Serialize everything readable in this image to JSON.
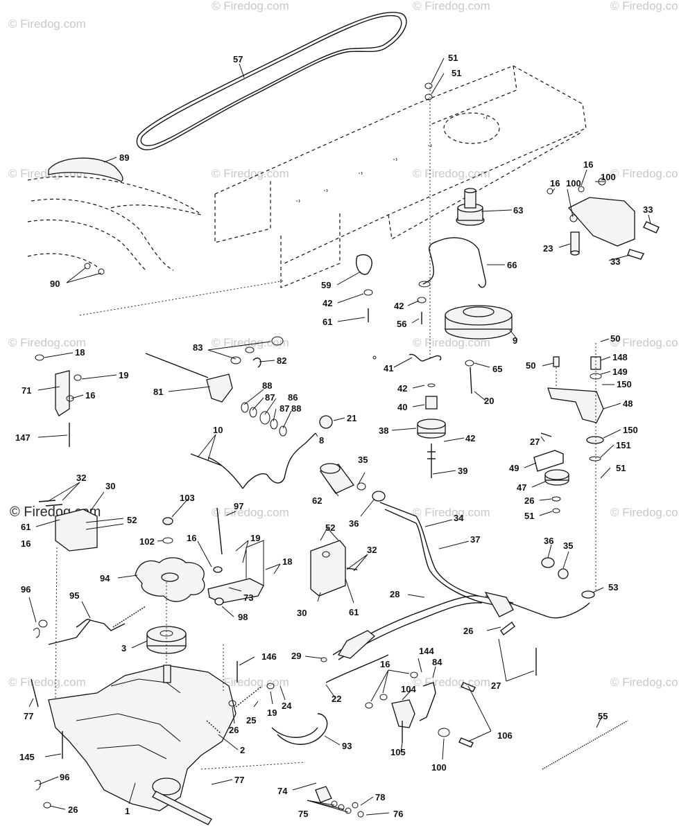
{
  "watermark": {
    "text": "© Firedog.com",
    "overlay_text": "© Firedog.com"
  },
  "callouts": [
    {
      "id": "57",
      "text": "57"
    },
    {
      "id": "51a",
      "text": "51"
    },
    {
      "id": "51b",
      "text": "51"
    },
    {
      "id": "89",
      "text": "89"
    },
    {
      "id": "90",
      "text": "90"
    },
    {
      "id": "63",
      "text": "63"
    },
    {
      "id": "66",
      "text": "66"
    },
    {
      "id": "59",
      "text": "59"
    },
    {
      "id": "42a",
      "text": "42"
    },
    {
      "id": "61a",
      "text": "61"
    },
    {
      "id": "42b",
      "text": "42"
    },
    {
      "id": "56",
      "text": "56"
    },
    {
      "id": "9",
      "text": "9"
    },
    {
      "id": "16a",
      "text": "16"
    },
    {
      "id": "100a",
      "text": "100"
    },
    {
      "id": "16b",
      "text": "16"
    },
    {
      "id": "100b",
      "text": "100"
    },
    {
      "id": "33a",
      "text": "33"
    },
    {
      "id": "23",
      "text": "23"
    },
    {
      "id": "33b",
      "text": "33"
    },
    {
      "id": "18a",
      "text": "18"
    },
    {
      "id": "19a",
      "text": "19"
    },
    {
      "id": "71",
      "text": "71"
    },
    {
      "id": "16c",
      "text": "16"
    },
    {
      "id": "147",
      "text": "147"
    },
    {
      "id": "83",
      "text": "83"
    },
    {
      "id": "82",
      "text": "82"
    },
    {
      "id": "81",
      "text": "81"
    },
    {
      "id": "88a",
      "text": "88"
    },
    {
      "id": "87a",
      "text": "87"
    },
    {
      "id": "86",
      "text": "86"
    },
    {
      "id": "87b",
      "text": "87"
    },
    {
      "id": "88b",
      "text": "88"
    },
    {
      "id": "21",
      "text": "21"
    },
    {
      "id": "8",
      "text": "8"
    },
    {
      "id": "10",
      "text": "10"
    },
    {
      "id": "41",
      "text": "41"
    },
    {
      "id": "65",
      "text": "65"
    },
    {
      "id": "42c",
      "text": "42"
    },
    {
      "id": "20",
      "text": "20"
    },
    {
      "id": "40",
      "text": "40"
    },
    {
      "id": "38",
      "text": "38"
    },
    {
      "id": "42d",
      "text": "42"
    },
    {
      "id": "39",
      "text": "39"
    },
    {
      "id": "50a",
      "text": "50"
    },
    {
      "id": "50b",
      "text": "50"
    },
    {
      "id": "148",
      "text": "148"
    },
    {
      "id": "149",
      "text": "149"
    },
    {
      "id": "150a",
      "text": "150"
    },
    {
      "id": "48",
      "text": "48"
    },
    {
      "id": "27a",
      "text": "27"
    },
    {
      "id": "150b",
      "text": "150"
    },
    {
      "id": "151",
      "text": "151"
    },
    {
      "id": "51c",
      "text": "51"
    },
    {
      "id": "49",
      "text": "49"
    },
    {
      "id": "47",
      "text": "47"
    },
    {
      "id": "26a",
      "text": "26"
    },
    {
      "id": "51d",
      "text": "51"
    },
    {
      "id": "32a",
      "text": "32"
    },
    {
      "id": "30a",
      "text": "30"
    },
    {
      "id": "61b",
      "text": "61"
    },
    {
      "id": "52a",
      "text": "52"
    },
    {
      "id": "16d",
      "text": "16"
    },
    {
      "id": "103",
      "text": "103"
    },
    {
      "id": "97",
      "text": "97"
    },
    {
      "id": "102",
      "text": "102"
    },
    {
      "id": "62",
      "text": "62"
    },
    {
      "id": "35a",
      "text": "35"
    },
    {
      "id": "36a",
      "text": "36"
    },
    {
      "id": "34",
      "text": "34"
    },
    {
      "id": "37",
      "text": "37"
    },
    {
      "id": "16e",
      "text": "16"
    },
    {
      "id": "19b",
      "text": "19"
    },
    {
      "id": "18b",
      "text": "18"
    },
    {
      "id": "52b",
      "text": "52"
    },
    {
      "id": "32b",
      "text": "32"
    },
    {
      "id": "94",
      "text": "94"
    },
    {
      "id": "73",
      "text": "73"
    },
    {
      "id": "30b",
      "text": "30"
    },
    {
      "id": "61c",
      "text": "61"
    },
    {
      "id": "36b",
      "text": "36"
    },
    {
      "id": "35b",
      "text": "35"
    },
    {
      "id": "96a",
      "text": "96"
    },
    {
      "id": "95",
      "text": "95"
    },
    {
      "id": "98",
      "text": "98"
    },
    {
      "id": "28",
      "text": "28"
    },
    {
      "id": "53",
      "text": "53"
    },
    {
      "id": "3",
      "text": "3"
    },
    {
      "id": "26b",
      "text": "26"
    },
    {
      "id": "146",
      "text": "146"
    },
    {
      "id": "29",
      "text": "29"
    },
    {
      "id": "144",
      "text": "144"
    },
    {
      "id": "84",
      "text": "84"
    },
    {
      "id": "16f",
      "text": "16"
    },
    {
      "id": "27b",
      "text": "27"
    },
    {
      "id": "77a",
      "text": "77"
    },
    {
      "id": "25",
      "text": "25"
    },
    {
      "id": "19c",
      "text": "19"
    },
    {
      "id": "24",
      "text": "24"
    },
    {
      "id": "22",
      "text": "22"
    },
    {
      "id": "104",
      "text": "104"
    },
    {
      "id": "26c",
      "text": "26"
    },
    {
      "id": "106",
      "text": "106"
    },
    {
      "id": "55",
      "text": "55"
    },
    {
      "id": "145",
      "text": "145"
    },
    {
      "id": "2",
      "text": "2"
    },
    {
      "id": "93",
      "text": "93"
    },
    {
      "id": "105",
      "text": "105"
    },
    {
      "id": "100c",
      "text": "100"
    },
    {
      "id": "96b",
      "text": "96"
    },
    {
      "id": "77b",
      "text": "77"
    },
    {
      "id": "78",
      "text": "78"
    },
    {
      "id": "74",
      "text": "74"
    },
    {
      "id": "76",
      "text": "76"
    },
    {
      "id": "1",
      "text": "1"
    },
    {
      "id": "75",
      "text": "75"
    },
    {
      "id": "26d",
      "text": "26"
    }
  ]
}
